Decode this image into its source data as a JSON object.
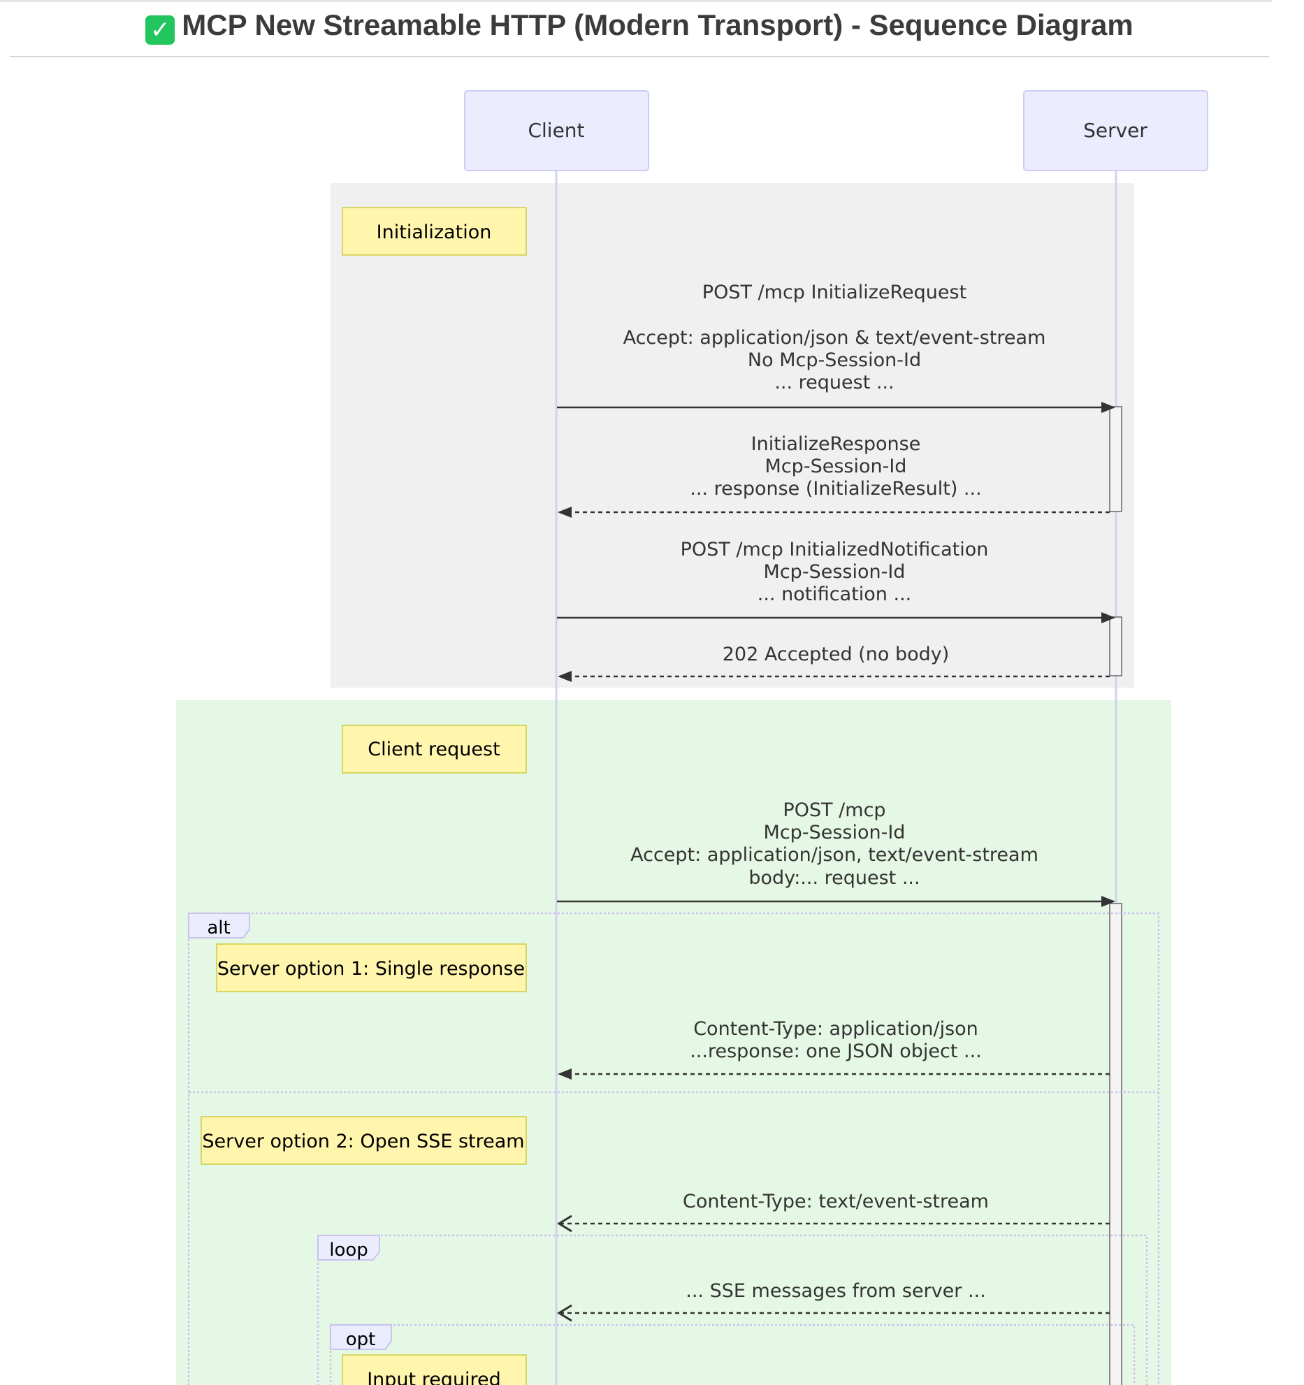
{
  "header": {
    "check_icon": "check-mark-icon",
    "title": "MCP New Streamable HTTP (Modern Transport) - Sequence Diagram"
  },
  "participants": {
    "client": "Client",
    "server": "Server"
  },
  "notes": {
    "initialization": "Initialization",
    "client_request": "Client request",
    "option1": "Server option 1: Single response",
    "option2": "Server option 2: Open SSE stream",
    "input_required": "Input required"
  },
  "fragments": {
    "alt": "alt",
    "loop": "loop",
    "opt": "opt"
  },
  "messages": {
    "m1": [
      "POST /mcp InitializeRequest",
      "",
      "Accept: application/json & text/event-stream",
      "No Mcp-Session-Id",
      "... request ..."
    ],
    "m2": [
      "InitializeResponse",
      "Mcp-Session-Id",
      "... response (InitializeResult) ..."
    ],
    "m3": [
      "POST /mcp InitializedNotification",
      "Mcp-Session-Id",
      "... notification ..."
    ],
    "m4": [
      "202 Accepted (no body)"
    ],
    "m5": [
      "POST /mcp",
      "Mcp-Session-Id",
      "Accept: application/json, text/event-stream",
      "body:... request ..."
    ],
    "m6": [
      "Content-Type: application/json",
      "...response: one JSON object ..."
    ],
    "m7": [
      "Content-Type: text/event-stream"
    ],
    "m8": [
      "... SSE messages from server ..."
    ]
  },
  "colors": {
    "participant_fill": "#ececff",
    "participant_stroke": "#ccccf5",
    "lifeline": "#d4d0f0",
    "note_fill": "#fff5ad",
    "note_stroke": "#cccc44",
    "init_rect": "#f0f0f0",
    "request_rect": "#e5f8e5",
    "text": "#333333"
  }
}
